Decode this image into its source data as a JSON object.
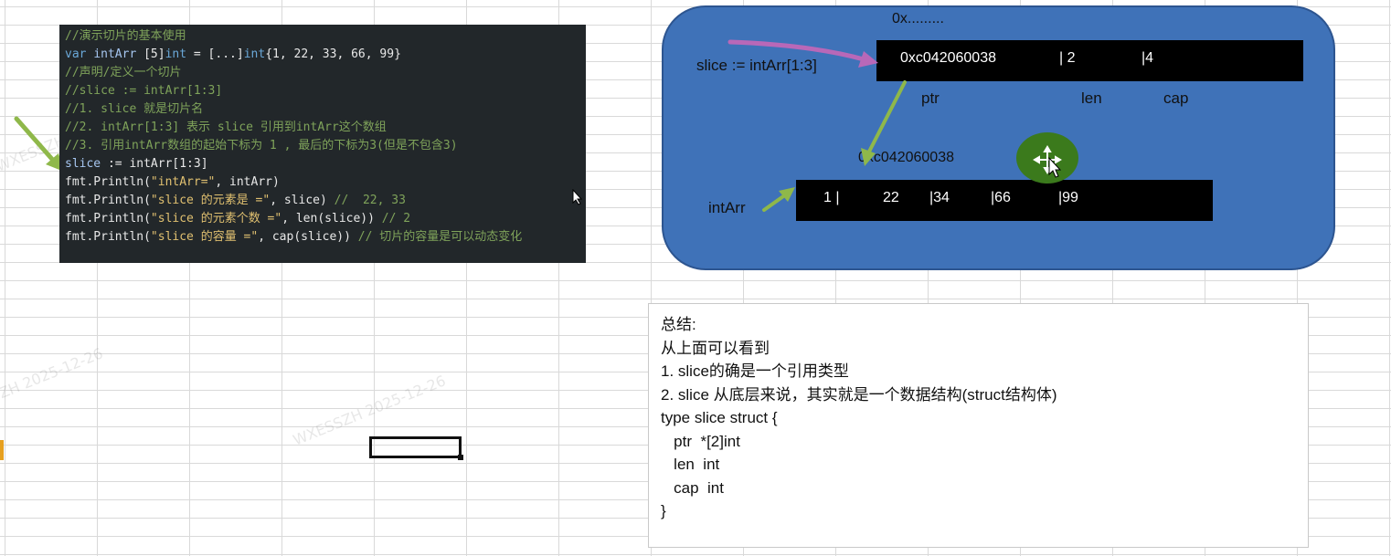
{
  "code": {
    "lines": [
      [
        {
          "t": "//演示切片的基本使用",
          "c": "comment"
        }
      ],
      [
        {
          "t": "var ",
          "c": "kw"
        },
        {
          "t": "intArr ",
          "c": "var"
        },
        {
          "t": "[5]",
          "c": "num"
        },
        {
          "t": "int",
          "c": "kw"
        },
        {
          "t": " = [...]",
          "c": "num"
        },
        {
          "t": "int",
          "c": "kw"
        },
        {
          "t": "{1, 22, 33, 66, 99}",
          "c": "num"
        }
      ],
      [
        {
          "t": "//声明/定义一个切片",
          "c": "comment"
        }
      ],
      [
        {
          "t": "//slice := intArr[1:3]",
          "c": "comment"
        }
      ],
      [
        {
          "t": "//1. slice 就是切片名",
          "c": "comment"
        }
      ],
      [
        {
          "t": "//2. intArr[1:3] 表示 slice 引用到intArr这个数组",
          "c": "comment"
        }
      ],
      [
        {
          "t": "//3. 引用intArr数组的起始下标为 1 , 最后的下标为3(但是不包含3)",
          "c": "comment"
        }
      ],
      [
        {
          "t": "slice",
          "c": "var"
        },
        {
          "t": " := intArr[1:3]",
          "c": "num"
        }
      ],
      [
        {
          "t": "fmt.Println(",
          "c": "num"
        },
        {
          "t": "\"intArr=\"",
          "c": "str"
        },
        {
          "t": ", intArr)",
          "c": "num"
        }
      ],
      [
        {
          "t": "fmt.Println(",
          "c": "num"
        },
        {
          "t": "\"slice 的元素是 =\"",
          "c": "str"
        },
        {
          "t": ", slice) ",
          "c": "num"
        },
        {
          "t": "//  22, 33",
          "c": "comment"
        }
      ],
      [
        {
          "t": "fmt.Println(",
          "c": "num"
        },
        {
          "t": "\"slice 的元素个数 =\"",
          "c": "str"
        },
        {
          "t": ", len(slice)) ",
          "c": "num"
        },
        {
          "t": "// 2",
          "c": "comment"
        }
      ],
      [
        {
          "t": "fmt.Println(",
          "c": "num"
        },
        {
          "t": "\"slice 的容量 =\"",
          "c": "str"
        },
        {
          "t": ", cap(slice)) ",
          "c": "num"
        },
        {
          "t": "// 切片的容量是可以动态变化",
          "c": "comment"
        }
      ]
    ]
  },
  "diagram": {
    "top_addr_label": "0x.........",
    "slice_label": "slice := intArr[1:3]",
    "slice_bar": {
      "ptr_value": "0xc042060038",
      "len_value": "| 2",
      "cap_value": "|4"
    },
    "field_labels": {
      "ptr": "ptr",
      "len": "len",
      "cap": "cap"
    },
    "array_addr": "0xc042060038",
    "array_label": "intArr",
    "array_cells": [
      "1  |",
      "22",
      "|34",
      "|66",
      "|99"
    ]
  },
  "summary": {
    "lines": [
      "总结:",
      "从上面可以看到",
      "1. slice的确是一个引用类型",
      "2. slice 从底层来说，其实就是一个数据结构(struct结构体)",
      "type slice struct {",
      "   ptr  *[2]int",
      "   len  int",
      "   cap  int",
      "}"
    ]
  },
  "watermark": "WXESSZH  2025-12-26",
  "colors": {
    "code_bg": "#22272a",
    "diagram_bg": "#3f72b8",
    "arrow_purple": "#b868b8",
    "arrow_green": "#8fb84a",
    "cursor_blob": "#3b7a1c"
  }
}
